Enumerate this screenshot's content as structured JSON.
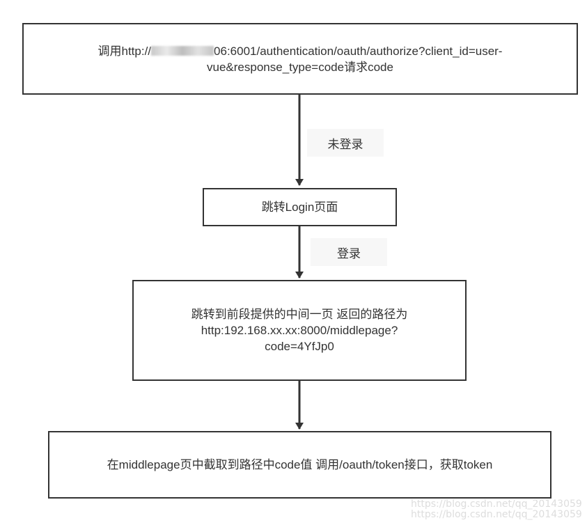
{
  "nodes": {
    "step1": {
      "prefix": "调用http://",
      "suffix": "06:6001/authentication/oauth/authorize?client_id=user-",
      "line2": "vue&response_type=code请求code"
    },
    "step2": {
      "text": "跳转Login页面"
    },
    "step3": {
      "line1": "跳转到前段提供的中间一页 返回的路径为",
      "line2": "http:192.168.xx.xx:8000/middlepage?",
      "line3": "code=4YfJp0"
    },
    "step4": {
      "text": "在middlepage页中截取到路径中code值 调用/oauth/token接口，获取token"
    }
  },
  "edges": {
    "e1": {
      "label": "未登录"
    },
    "e2": {
      "label": "登录"
    }
  },
  "watermark": {
    "text": "https://blog.csdn.net/qq_20143059"
  }
}
